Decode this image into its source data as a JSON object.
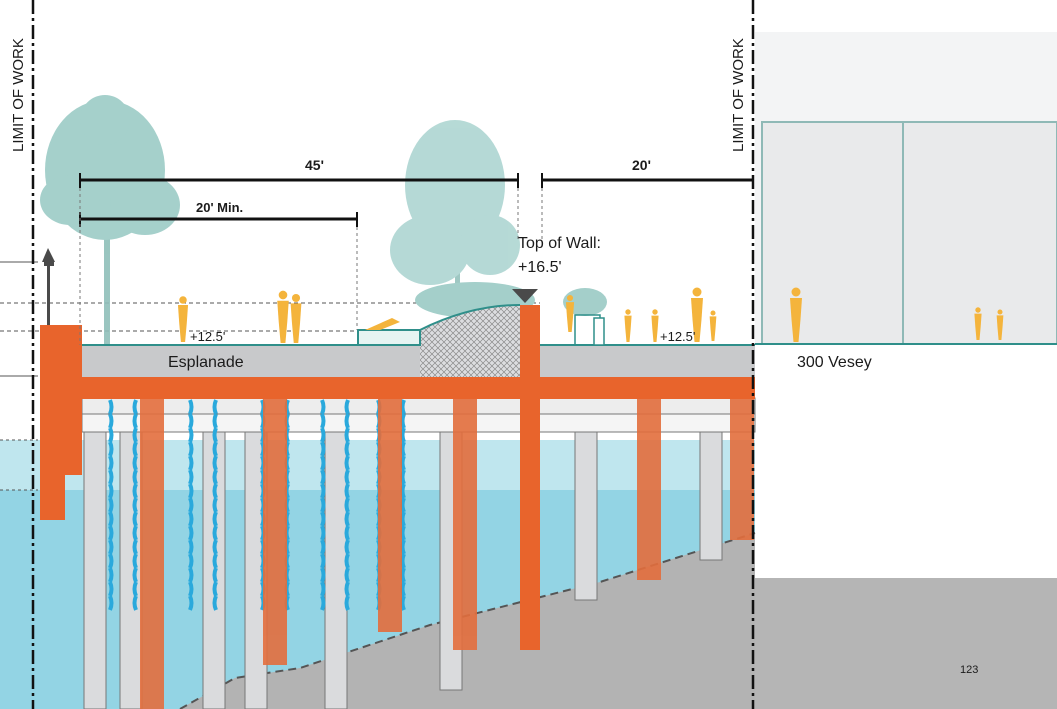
{
  "labels": {
    "limit_left": "LIMIT OF WORK",
    "limit_right": "LIMIT OF WORK",
    "dim_45": "45'",
    "dim_20_right": "20'",
    "dim_20_min": "20' Min.",
    "top_of_wall_line1": "Top of Wall:",
    "top_of_wall_line2": "+16.5'",
    "elev_left": "+12.5'",
    "elev_right": "+12.5'",
    "esplanade": "Esplanade",
    "building": "300 Vesey",
    "page_number": "123"
  },
  "colors": {
    "orange_structure": "#e8642c",
    "slab_gray": "#c8c9cb",
    "water_light": "#bfe6ee",
    "water_deep": "#8fd3e3",
    "riverbed": "#b3b3b3",
    "tree_teal": "#9ccbc6",
    "people_yellow": "#f4b43c",
    "building_wall": "#f0f1f2",
    "teal_outline": "#2f8f8a"
  },
  "icons": [
    "lamp-post-icon",
    "tree-icon",
    "person-icon",
    "bench-icon",
    "table-icon",
    "wall-marker-icon"
  ]
}
